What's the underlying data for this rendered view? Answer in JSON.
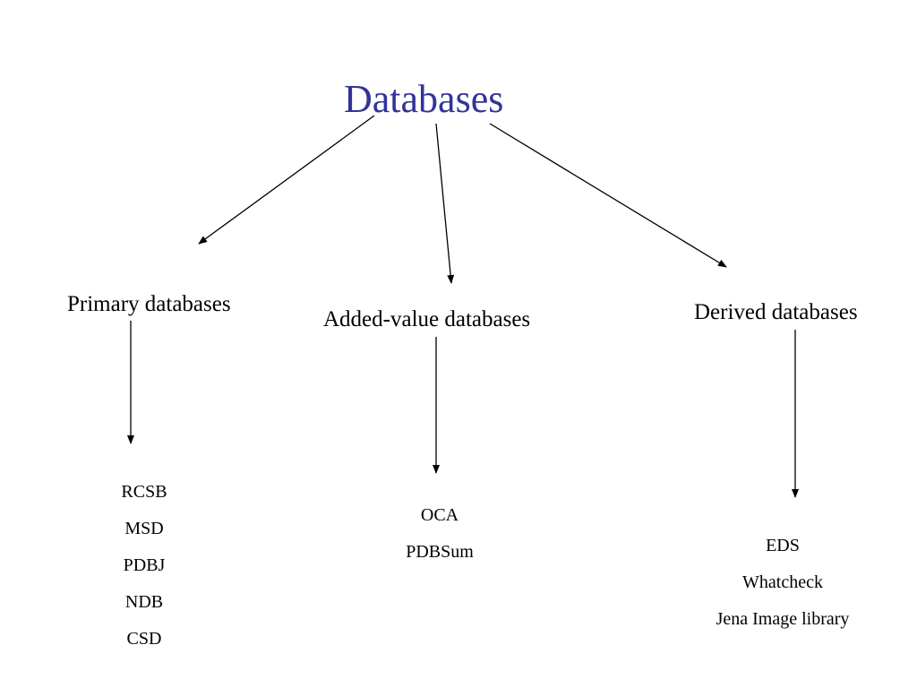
{
  "diagram": {
    "title": "Databases",
    "title_color": "#333399",
    "line_color": "#000000",
    "categories": [
      {
        "label": "Primary databases",
        "items": [
          "RCSB",
          "MSD",
          "PDBJ",
          "NDB",
          "CSD"
        ]
      },
      {
        "label": "Added-value databases",
        "items": [
          "OCA",
          "PDBSum"
        ]
      },
      {
        "label": "Derived databases",
        "items": [
          "EDS",
          "Whatcheck",
          "Jena Image library"
        ]
      }
    ]
  }
}
